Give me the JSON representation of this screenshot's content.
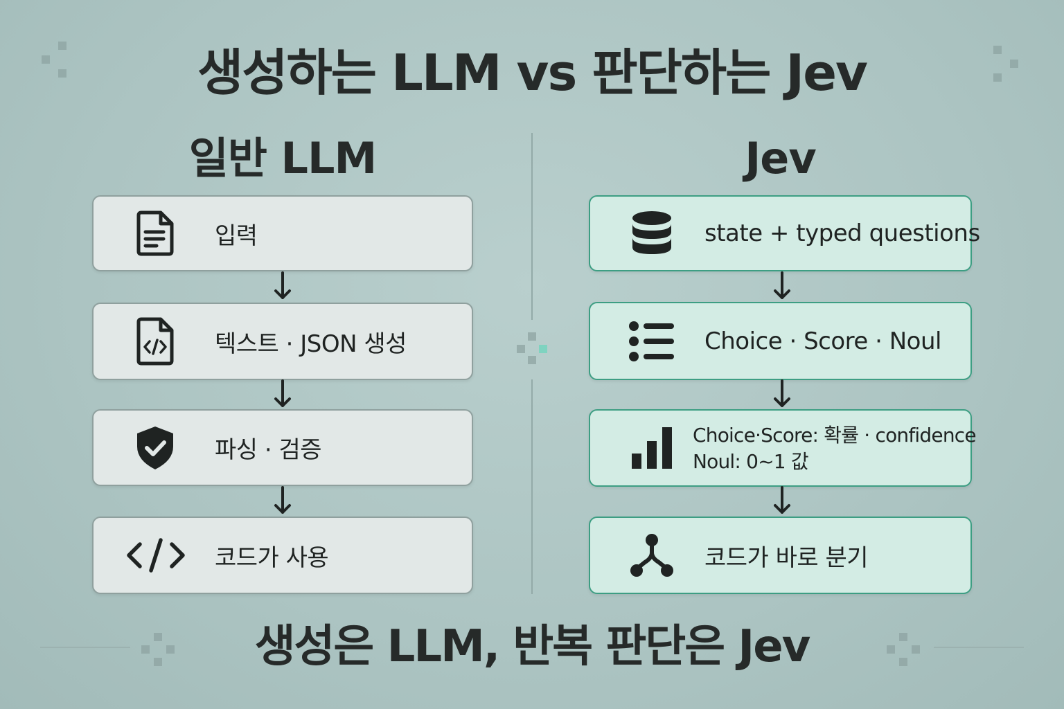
{
  "title": "생성하는 LLM vs 판단하는 Jev",
  "left_column": {
    "heading": "일반 LLM",
    "steps": [
      {
        "label": "입력",
        "icon": "document-icon"
      },
      {
        "label": "텍스트 · JSON 생성",
        "icon": "code-file-icon"
      },
      {
        "label": "파싱 · 검증",
        "icon": "shield-check-icon"
      },
      {
        "label": "코드가 사용",
        "icon": "code-brackets-icon"
      }
    ]
  },
  "right_column": {
    "heading": "Jev",
    "steps": [
      {
        "label": "state + typed questions",
        "icon": "database-icon"
      },
      {
        "label": "Choice · Score · Noul",
        "icon": "list-icon"
      },
      {
        "label_line1": "Choice·Score: 확률 · confidence",
        "label_line2": "Noul: 0~1 값",
        "icon": "bar-chart-icon"
      },
      {
        "label": "코드가 바로 분기",
        "icon": "branch-icon"
      }
    ]
  },
  "footer": "생성은 LLM, 반복 판단은 Jev",
  "colors": {
    "background": "#acc4c2",
    "left_box_fill": "#e2e8e7",
    "left_box_border": "#8fa09e",
    "right_box_fill": "#d3ece4",
    "right_box_border": "#3d9e83",
    "text": "#262a29",
    "accent_teal": "#7fd3c0"
  }
}
